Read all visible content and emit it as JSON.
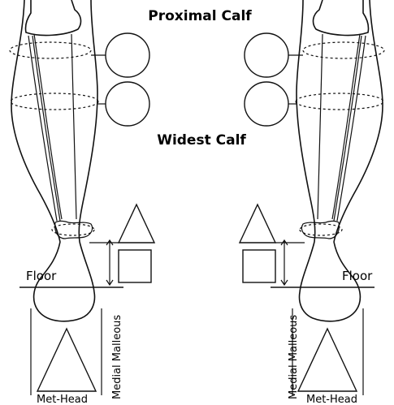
{
  "labels": {
    "proximal_calf": "Proximal Calf",
    "widest_calf": "Widest Calf",
    "floor": "Floor",
    "medial_malleous": "Medial Malleous",
    "met_head": "Met-Head"
  },
  "colors": {
    "stroke": "#111111",
    "background": "#ffffff"
  }
}
